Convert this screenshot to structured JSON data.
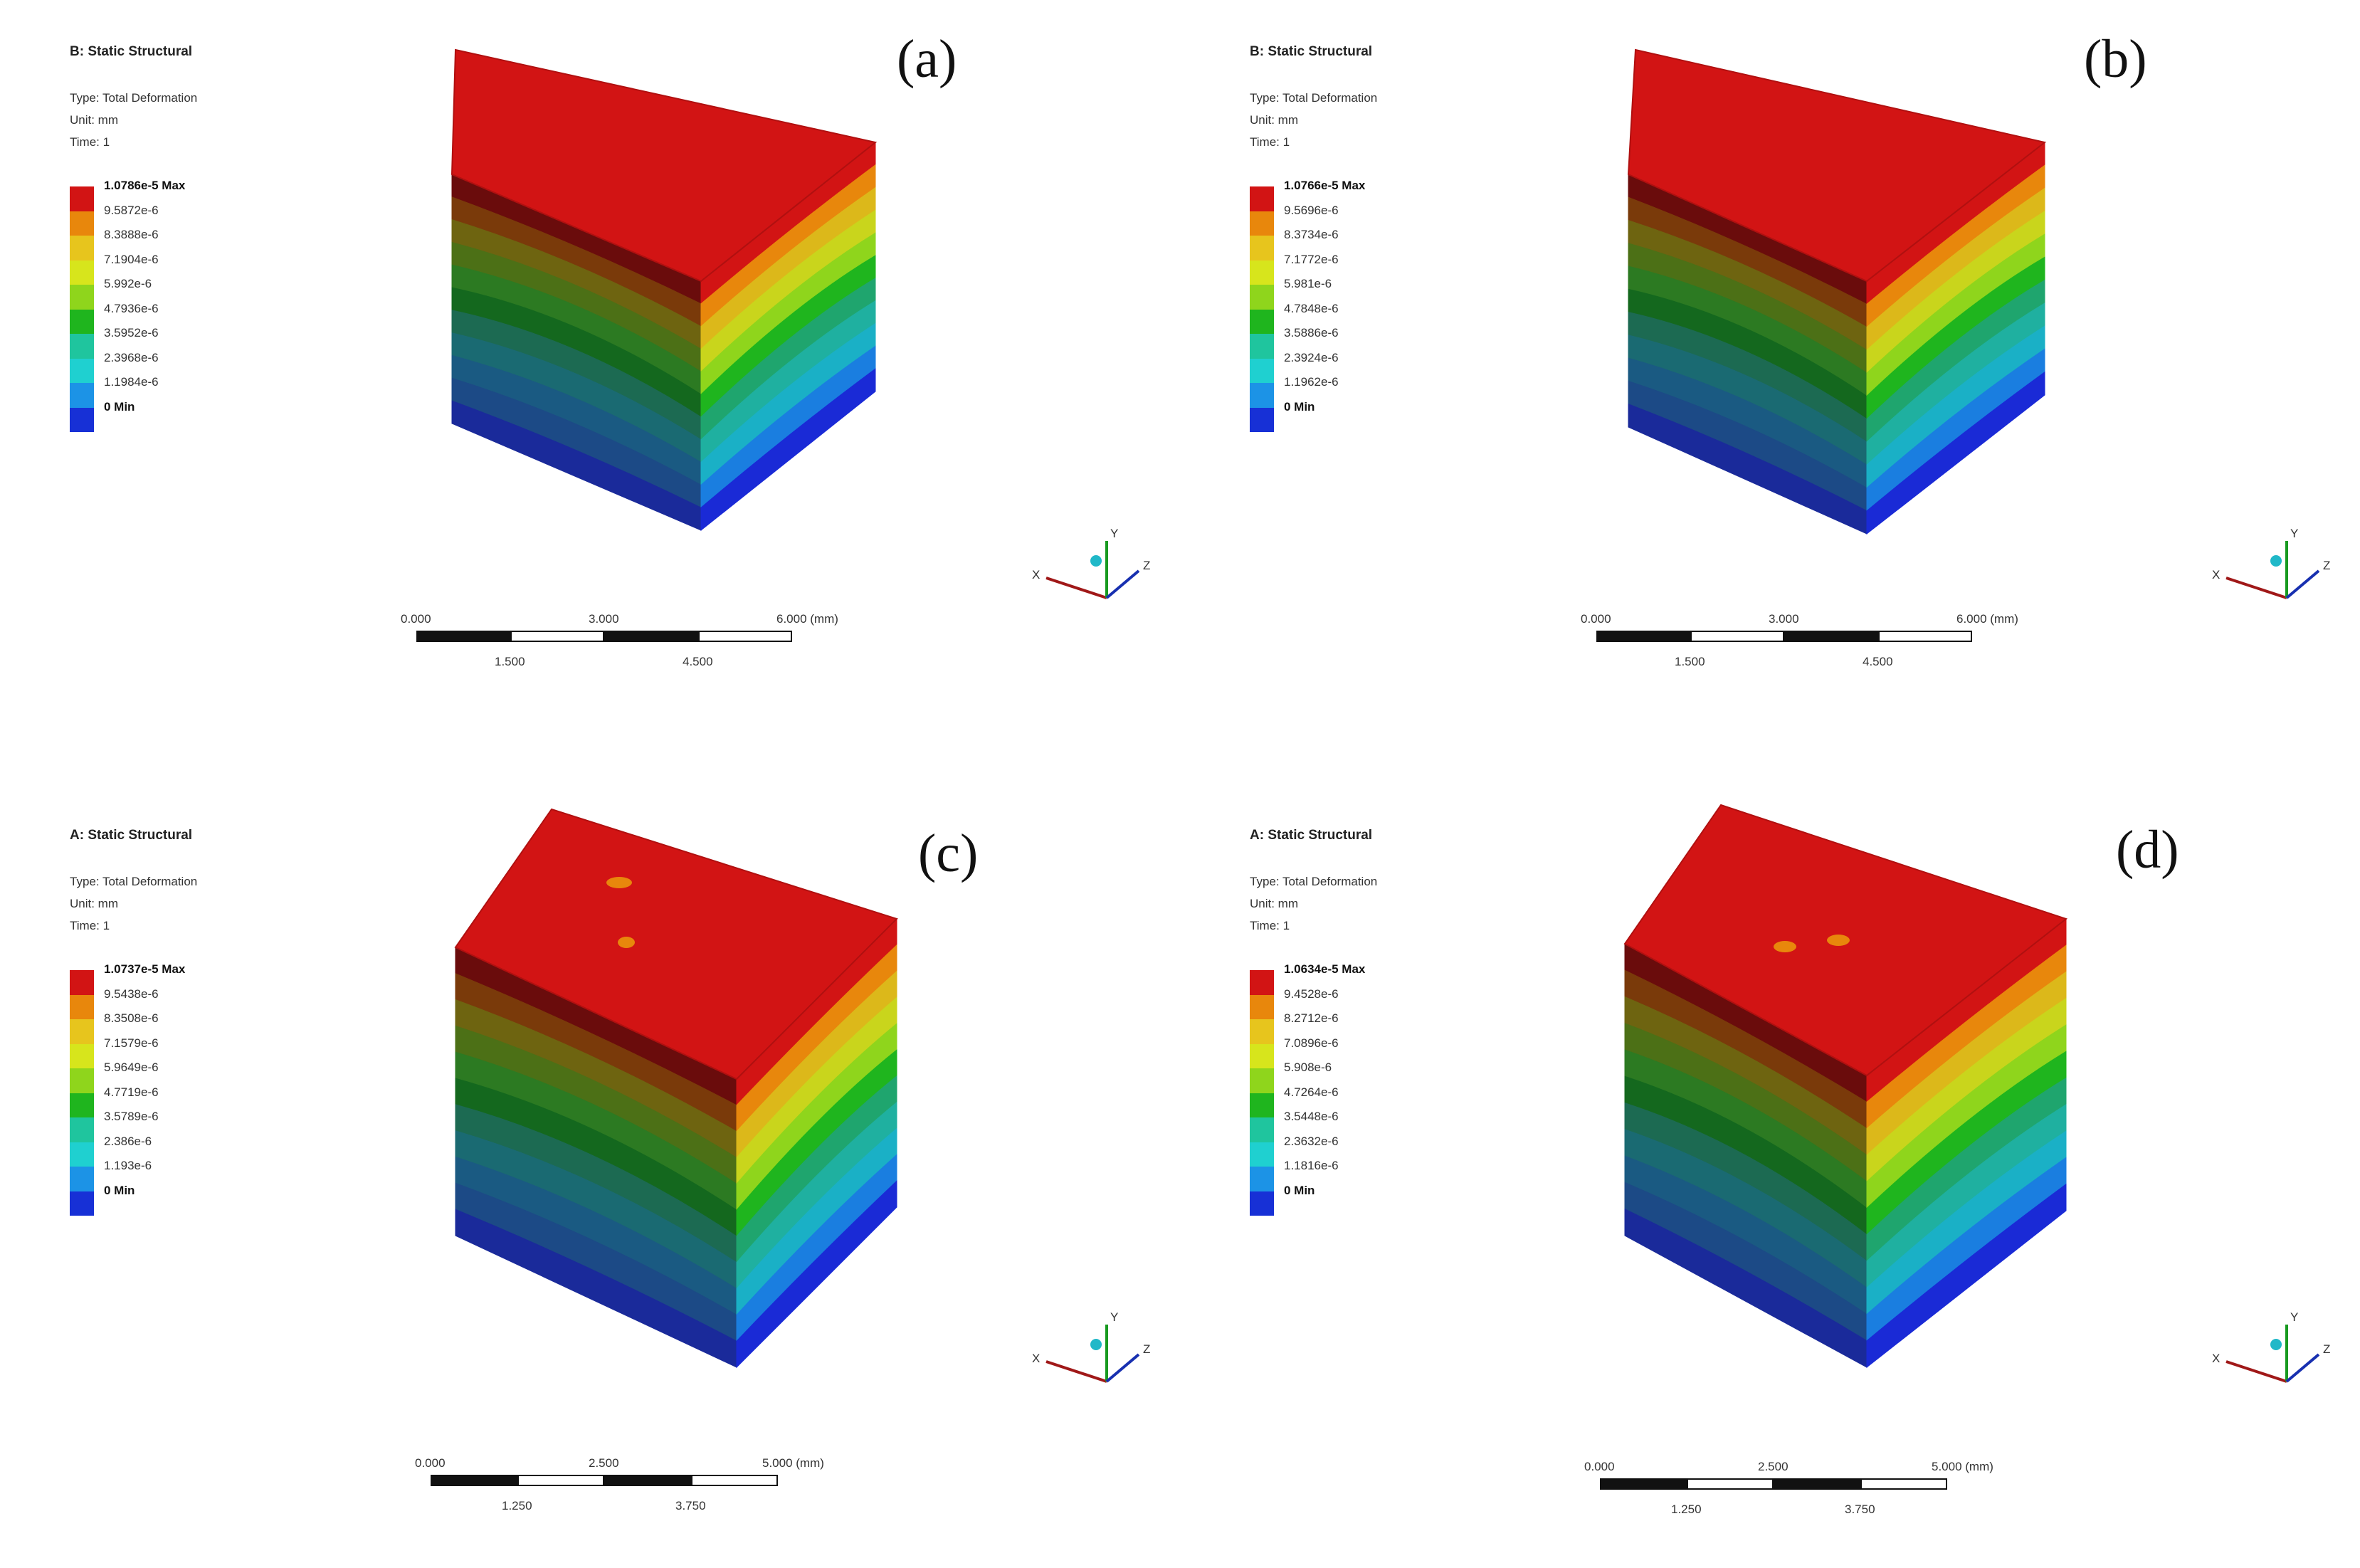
{
  "panels": [
    {
      "letter": "(a)",
      "title": "B: Static Structural",
      "type_line": "Type: Total Deformation",
      "unit_line": "Unit: mm",
      "time_line": "Time: 1",
      "legend": [
        "1.0786e-5 Max",
        "9.5872e-6",
        "8.3888e-6",
        "7.1904e-6",
        "5.992e-6",
        "4.7936e-6",
        "3.5952e-6",
        "2.3968e-6",
        "1.1984e-6",
        "0 Min"
      ],
      "scale_top": [
        "0.000",
        "3.000",
        "6.000 (mm)"
      ],
      "scale_bottom": [
        "1.500",
        "4.500"
      ],
      "spots": []
    },
    {
      "letter": "(b)",
      "title": "B: Static Structural",
      "type_line": "Type: Total Deformation",
      "unit_line": "Unit: mm",
      "time_line": "Time: 1",
      "legend": [
        "1.0766e-5 Max",
        "9.5696e-6",
        "8.3734e-6",
        "7.1772e-6",
        "5.981e-6",
        "4.7848e-6",
        "3.5886e-6",
        "2.3924e-6",
        "1.1962e-6",
        "0 Min"
      ],
      "scale_top": [
        "0.000",
        "3.000",
        "6.000 (mm)"
      ],
      "scale_bottom": [
        "1.500",
        "4.500"
      ],
      "spots": []
    },
    {
      "letter": "(c)",
      "title": "A: Static Structural",
      "type_line": "Type: Total Deformation",
      "unit_line": "Unit: mm",
      "time_line": "Time: 1",
      "legend": [
        "1.0737e-5 Max",
        "9.5438e-6",
        "8.3508e-6",
        "7.1579e-6",
        "5.9649e-6",
        "4.7719e-6",
        "3.5789e-6",
        "2.386e-6",
        "1.193e-6",
        "0 Min"
      ],
      "scale_top": [
        "0.000",
        "2.500",
        "5.000 (mm)"
      ],
      "scale_bottom": [
        "1.250",
        "3.750"
      ],
      "spots": [
        "spot-1",
        "spot-2"
      ]
    },
    {
      "letter": "(d)",
      "title": "A: Static Structural",
      "type_line": "Type: Total Deformation",
      "unit_line": "Unit: mm",
      "time_line": "Time: 1",
      "legend": [
        "1.0634e-5 Max",
        "9.4528e-6",
        "8.2712e-6",
        "7.0896e-6",
        "5.908e-6",
        "4.7264e-6",
        "3.5448e-6",
        "2.3632e-6",
        "1.1816e-6",
        "0 Min"
      ],
      "scale_top": [
        "0.000",
        "2.500",
        "5.000 (mm)"
      ],
      "scale_bottom": [
        "1.250",
        "3.750"
      ],
      "spots": [
        "spot-1",
        "spot-2"
      ]
    }
  ],
  "legend_colors": [
    "#d21414",
    "#e8870c",
    "#e7c51d",
    "#d7e51c",
    "#8fd51c",
    "#1fb51e",
    "#1fc59e",
    "#1fd0d0",
    "#1c93e6",
    "#1730d6"
  ],
  "band_colors": [
    "#6a0c0c",
    "#7a3a0a",
    "#6e6410",
    "#4c7016",
    "#2c7a22",
    "#14681e",
    "#1c6a52",
    "#1a6a72",
    "#1a5a82",
    "#1c4a86",
    "#1a2a9a"
  ],
  "side_colors": [
    "#d21414",
    "#e8870c",
    "#dcb81a",
    "#c9d51c",
    "#8fd51c",
    "#1fb51e",
    "#1fa56e",
    "#1fb0a0",
    "#1ab0c6",
    "#1a7ee0",
    "#1a2ad6"
  ],
  "triad": {
    "x": "X",
    "y": "Y",
    "z": "Z"
  }
}
